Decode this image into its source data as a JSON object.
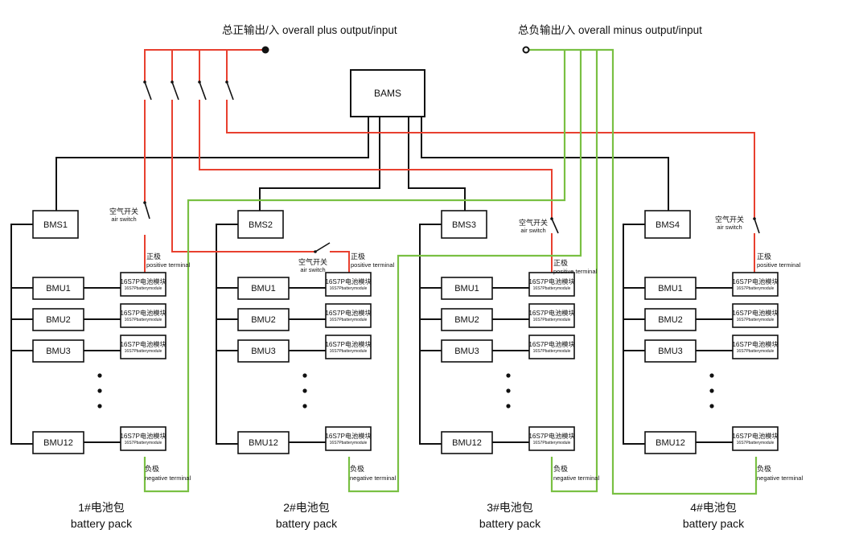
{
  "top": {
    "plus_label": "总正输出/入 overall plus output/input",
    "minus_label": "总负输出/入   overall minus output/input"
  },
  "bams": {
    "label": "BAMS"
  },
  "packs": [
    {
      "bms": "BMS1",
      "name_cn": "1#电池包",
      "name_en": "battery pack"
    },
    {
      "bms": "BMS2",
      "name_cn": "2#电池包",
      "name_en": "battery pack"
    },
    {
      "bms": "BMS3",
      "name_cn": "3#电池包",
      "name_en": "battery pack"
    },
    {
      "bms": "BMS4",
      "name_cn": "4#电池包",
      "name_en": "battery pack"
    }
  ],
  "bmu_labels": [
    "BMU1",
    "BMU2",
    "BMU3",
    "BMU12"
  ],
  "module": {
    "cn": "16S7P电池模块",
    "en": "16S7Pbatterymodule"
  },
  "air_switch": {
    "cn": "空气开关",
    "en": "air switch"
  },
  "positive_terminal": {
    "cn": "正极",
    "en": "positive terminal"
  },
  "negative_terminal": {
    "cn": "负极",
    "en": "negative terminal"
  },
  "colors": {
    "positive": "#e8402f",
    "negative": "#79c043",
    "signal": "#111111"
  }
}
